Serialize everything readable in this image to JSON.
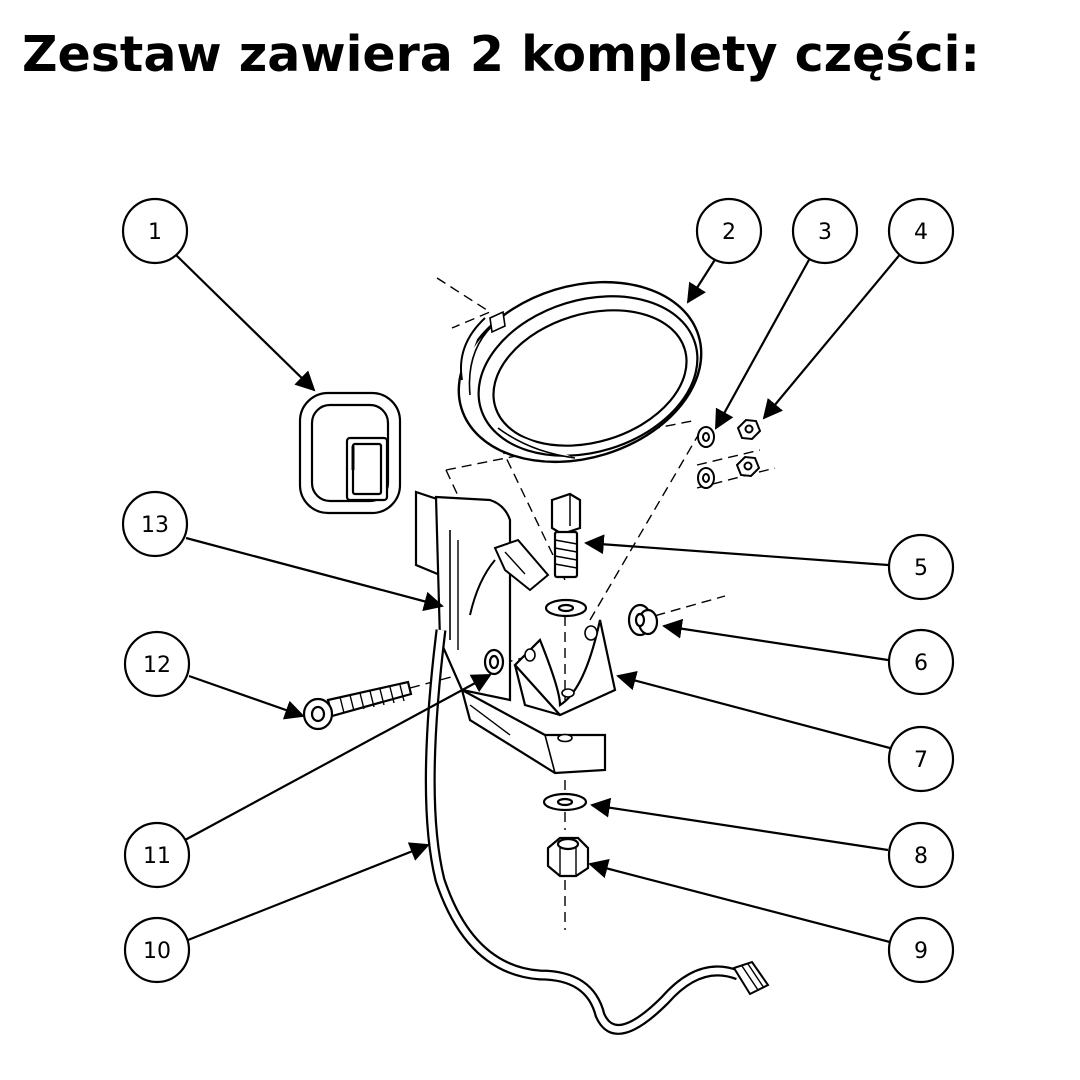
{
  "title": "Zestaw zawiera 2 komplety części:",
  "callouts": [
    {
      "id": "callout-1",
      "label": "1"
    },
    {
      "id": "callout-2",
      "label": "2"
    },
    {
      "id": "callout-3",
      "label": "3"
    },
    {
      "id": "callout-4",
      "label": "4"
    },
    {
      "id": "callout-5",
      "label": "5"
    },
    {
      "id": "callout-6",
      "label": "6"
    },
    {
      "id": "callout-7",
      "label": "7"
    },
    {
      "id": "callout-8",
      "label": "8"
    },
    {
      "id": "callout-9",
      "label": "9"
    },
    {
      "id": "callout-10",
      "label": "10"
    },
    {
      "id": "callout-11",
      "label": "11"
    },
    {
      "id": "callout-12",
      "label": "12"
    },
    {
      "id": "callout-13",
      "label": "13"
    }
  ]
}
